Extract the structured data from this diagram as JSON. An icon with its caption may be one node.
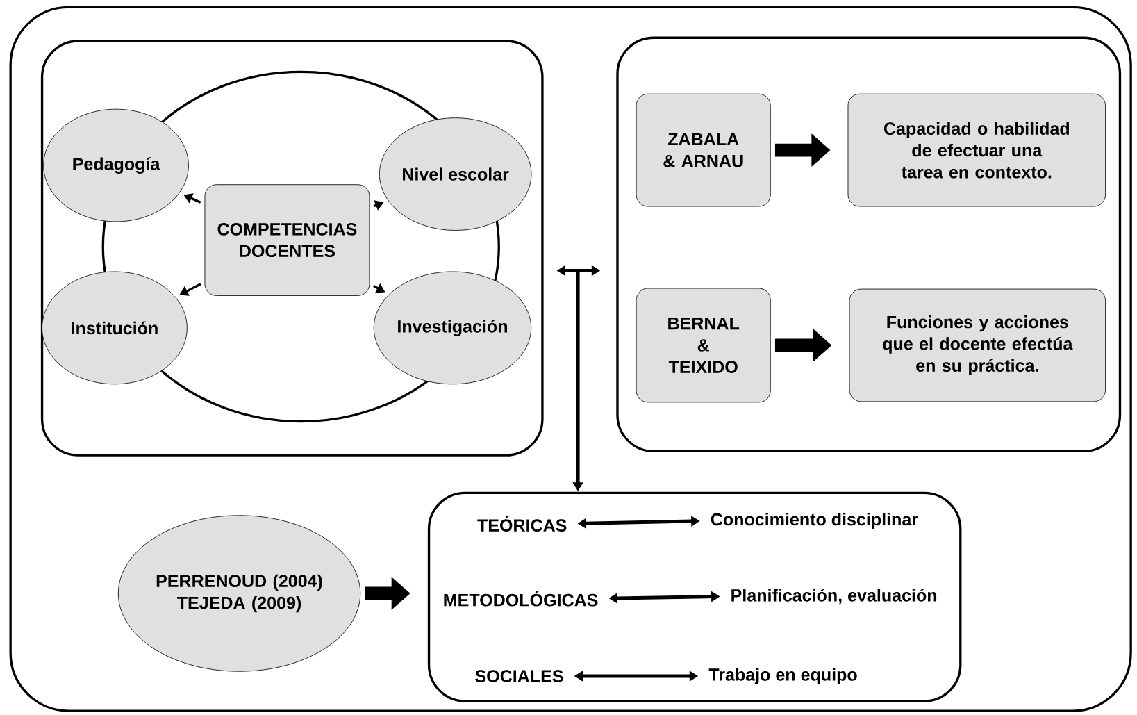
{
  "diagram": {
    "nodes": [
      {
        "text": [],
        "shape": "box"
      },
      {
        "text": [],
        "shape": "box",
        "in": 0
      },
      {
        "text": [],
        "shape": "circle",
        "in": 1
      },
      {
        "text": [
          "COMPETENCIAS DOCENTES"
        ],
        "in": 2
      },
      {
        "text": [
          "Pedagogía"
        ],
        "in": 1
      },
      {
        "text": [
          "Nivel escolar"
        ],
        "in": 1
      },
      {
        "text": [
          "Institución"
        ],
        "in": 1
      },
      {
        "text": [
          "Investigación"
        ],
        "in": 1
      },
      {
        "text": [],
        "shape": "box",
        "in": 0
      },
      {
        "text": [
          "ZABALA & ARNAU"
        ],
        "in": 8
      },
      {
        "text": [
          "Capacidad o habilidad de efectuar una tarea en contexto."
        ],
        "in": 8
      },
      {
        "text": [
          "BERNAL & TEIXIDO"
        ],
        "in": 8
      },
      {
        "text": [
          "Funciones y acciones que el docente efectúa en su práctica."
        ],
        "in": 8
      },
      {
        "text": [
          "PERRENOUD (2004) TEJEDA (2009)"
        ],
        "in": 0
      },
      {
        "text": [],
        "shape": "box",
        "in": 0
      },
      {
        "text": [
          "TEÓRICAS"
        ],
        "in": 14
      },
      {
        "text": [
          "Conocimiento disciplinar"
        ],
        "in": 14
      },
      {
        "text": [
          "METODOLÓGICAS"
        ],
        "in": 14
      },
      {
        "text": [
          "Planificación, evaluación"
        ],
        "in": 14
      },
      {
        "text": [
          "SOCIALES"
        ],
        "in": 14
      },
      {
        "text": [
          "Trabajo en equipo"
        ],
        "in": 14
      }
    ],
    "edges": [
      {
        "from": 3,
        "to": 4,
        "arrow": "to"
      },
      {
        "from": 3,
        "to": 5,
        "arrow": "to"
      },
      {
        "from": 3,
        "to": 6,
        "arrow": "to"
      },
      {
        "from": 3,
        "to": 7,
        "arrow": "to"
      },
      {
        "from": 9,
        "to": 10,
        "arrow": "to",
        "style": "thick"
      },
      {
        "from": 11,
        "to": 12,
        "arrow": "to",
        "style": "thick"
      },
      {
        "from": 1,
        "to": 8,
        "arrow": "both"
      },
      {
        "from": null,
        "to": 14,
        "arrow": "to"
      },
      {
        "from": 13,
        "to": 14,
        "arrow": "to",
        "style": "thick"
      },
      {
        "from": 15,
        "to": 16,
        "arrow": "both"
      },
      {
        "from": 17,
        "to": 18,
        "arrow": "both"
      },
      {
        "from": 19,
        "to": 20,
        "arrow": "both"
      }
    ]
  }
}
